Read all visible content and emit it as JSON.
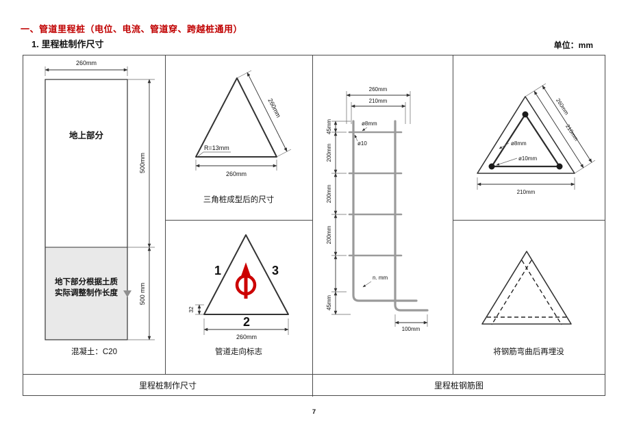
{
  "page": {
    "heading": "一、管道里程桩（电位、电流、管道穿、跨越桩通用）",
    "subheading": "1. 里程桩制作尺寸",
    "unit_label": "单位：mm",
    "page_number": "7"
  },
  "colors": {
    "heading_red": "#c00000",
    "symbol_red": "#cc0000",
    "shade_gray": "#e9e9e9"
  },
  "cells": {
    "pile_front": {
      "top_dim": "260mm",
      "above_ground": "地上部分",
      "below_note1": "地下部分根据土质",
      "below_note2": "实际调整制作长度",
      "upper_dim": "500mm",
      "lower_dim": "500 mm",
      "caption": "混凝土：C20"
    },
    "triangle_formed": {
      "side_dim": "260mm",
      "radius": "R=13mm",
      "base_dim": "260mm",
      "caption": "三角桩成型后的尺寸"
    },
    "direction_mark": {
      "left_num": "1",
      "right_num": "3",
      "bottom_num": "2",
      "edge_dim": "32",
      "base_dim": "260mm",
      "caption": "管道走向标志"
    },
    "rebar_front": {
      "dim_260": "260mm",
      "dim_210": "210mm",
      "seg_45_top": "45mm",
      "seg_200_a": "200mm",
      "seg_200_b": "200mm",
      "seg_200_c": "200mm",
      "seg_45_bottom": "45mm",
      "stirrup_label": "ø8mm",
      "bar_label": "ø10",
      "spacing_label": "n. mm",
      "hook_dim": "100mm"
    },
    "rebar_section": {
      "outer_dim": "260mm",
      "inner_dim": "210mm",
      "stirrup_label": "ø8mm",
      "bar_label": "ø10mm",
      "base_dim": "210mm"
    },
    "bend": {
      "caption": "将钢筋弯曲后再埋没"
    }
  },
  "footer": {
    "left": "里程桩制作尺寸",
    "right": "里程桩钢筋图"
  }
}
